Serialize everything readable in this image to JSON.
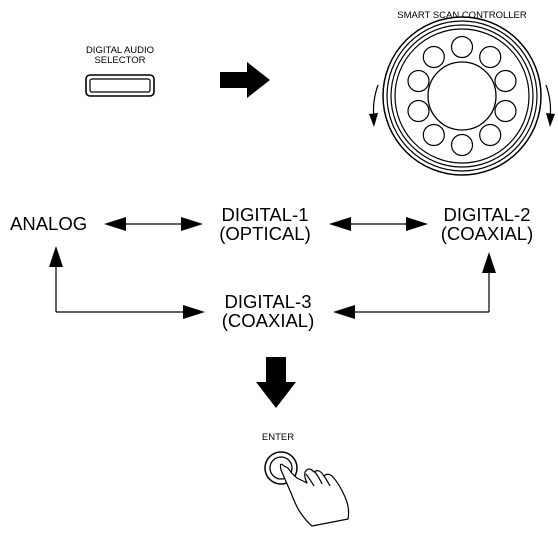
{
  "selector": {
    "label_line1": "DIGITAL AUDIO",
    "label_line2": "SELECTOR"
  },
  "controller": {
    "label": "SMART SCAN CONTROLLER"
  },
  "inputs": {
    "analog": "ANALOG",
    "digital1_name": "DIGITAL-1",
    "digital1_type": "(OPTICAL)",
    "digital2_name": "DIGITAL-2",
    "digital2_type": "(COAXIAL)",
    "digital3_name": "DIGITAL-3",
    "digital3_type": "(COAXIAL)"
  },
  "enter": {
    "label": "ENTER"
  }
}
